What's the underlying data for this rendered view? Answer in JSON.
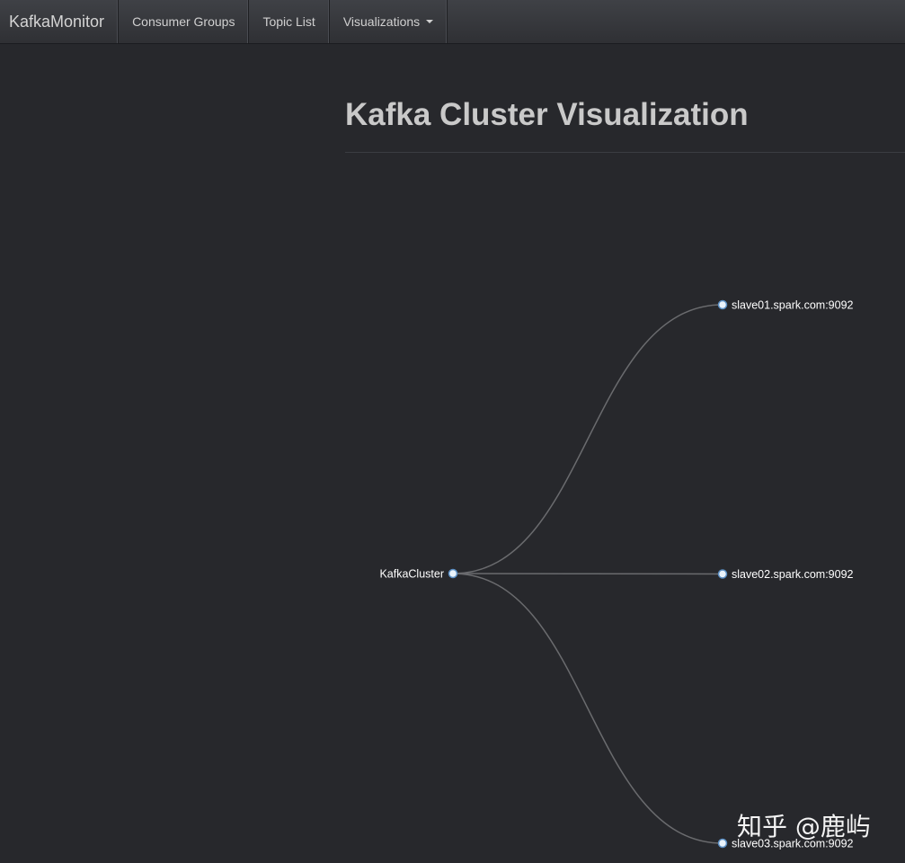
{
  "navbar": {
    "brand": "KafkaMonitor",
    "items": [
      {
        "label": "Consumer Groups"
      },
      {
        "label": "Topic List"
      },
      {
        "label": "Visualizations",
        "has_dropdown": true
      }
    ]
  },
  "page": {
    "title": "Kafka Cluster Visualization"
  },
  "tree": {
    "root": "KafkaCluster",
    "children": [
      "slave01.spark.com:9092",
      "slave02.spark.com:9092",
      "slave03.spark.com:9092"
    ]
  },
  "watermark": "知乎 @鹿屿",
  "colors": {
    "background": "#27282c",
    "navbar": "#3a3c41",
    "node_fill": "#eaf3fb",
    "node_stroke": "#5b8fc4",
    "link": "#6a6b6e"
  }
}
